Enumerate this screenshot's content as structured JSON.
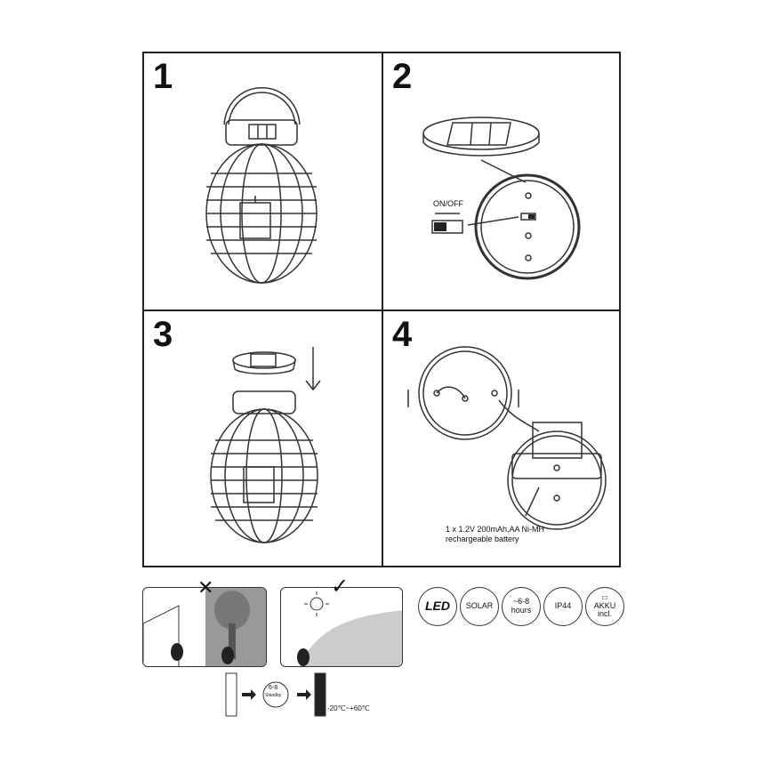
{
  "panels": [
    {
      "number": "1"
    },
    {
      "number": "2",
      "switch_label": "ON/OFF"
    },
    {
      "number": "3"
    },
    {
      "number": "4",
      "battery_line1": "1 x 1.2V 200mAh,AA Ni-MH",
      "battery_line2": "rechargeable battery"
    }
  ],
  "badges": {
    "led": "LED",
    "solar": "SOLAR",
    "hours_line1": "~6-8",
    "hours_line2": "hours",
    "ip": "IP44",
    "akku_line1": "AKKU",
    "akku_line2": "incl."
  },
  "flow": {
    "standby_line1": "6-8",
    "standby_line2": "Standby",
    "temperature": "-20℃~+60℃"
  }
}
